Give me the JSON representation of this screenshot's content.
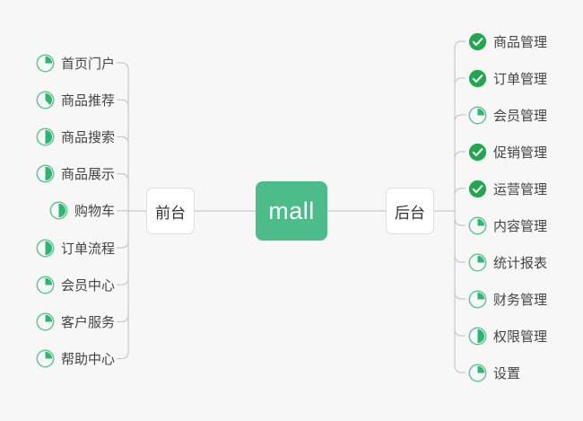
{
  "diagram": {
    "type": "mind-map",
    "background_color": "#f7f7f7",
    "center": {
      "label": "mall",
      "color": "#4cbc8a",
      "text_color": "#ffffff"
    },
    "branches": [
      {
        "label": "前台",
        "side": "left"
      },
      {
        "label": "后台",
        "side": "right"
      }
    ],
    "colors": {
      "done_green": "#21a84c",
      "progress_green": "#2bb673",
      "ring_green": "#5cc98e",
      "connector": "#c8c8c8",
      "node_border": "#dedede",
      "label_text": "#444444"
    },
    "legend": {
      "done": "check-circle",
      "in_progress": "pie-progress"
    },
    "left_items": [
      {
        "label": "首页门户",
        "status": "in-progress",
        "progress": 25
      },
      {
        "label": "商品推荐",
        "status": "in-progress",
        "progress": 38
      },
      {
        "label": "商品搜索",
        "status": "in-progress",
        "progress": 50
      },
      {
        "label": "商品展示",
        "status": "in-progress",
        "progress": 50
      },
      {
        "label": "购物车",
        "status": "in-progress",
        "progress": 50
      },
      {
        "label": "订单流程",
        "status": "in-progress",
        "progress": 50
      },
      {
        "label": "会员中心",
        "status": "in-progress",
        "progress": 25
      },
      {
        "label": "客户服务",
        "status": "in-progress",
        "progress": 25
      },
      {
        "label": "帮助中心",
        "status": "in-progress",
        "progress": 25
      }
    ],
    "right_items": [
      {
        "label": "商品管理",
        "status": "done",
        "progress": 100
      },
      {
        "label": "订单管理",
        "status": "done",
        "progress": 100
      },
      {
        "label": "会员管理",
        "status": "in-progress",
        "progress": 25
      },
      {
        "label": "促销管理",
        "status": "done",
        "progress": 100
      },
      {
        "label": "运营管理",
        "status": "done",
        "progress": 100
      },
      {
        "label": "内容管理",
        "status": "in-progress",
        "progress": 25
      },
      {
        "label": "统计报表",
        "status": "in-progress",
        "progress": 25
      },
      {
        "label": "财务管理",
        "status": "in-progress",
        "progress": 25
      },
      {
        "label": "权限管理",
        "status": "in-progress",
        "progress": 50
      },
      {
        "label": "设置",
        "status": "in-progress",
        "progress": 25
      }
    ]
  }
}
